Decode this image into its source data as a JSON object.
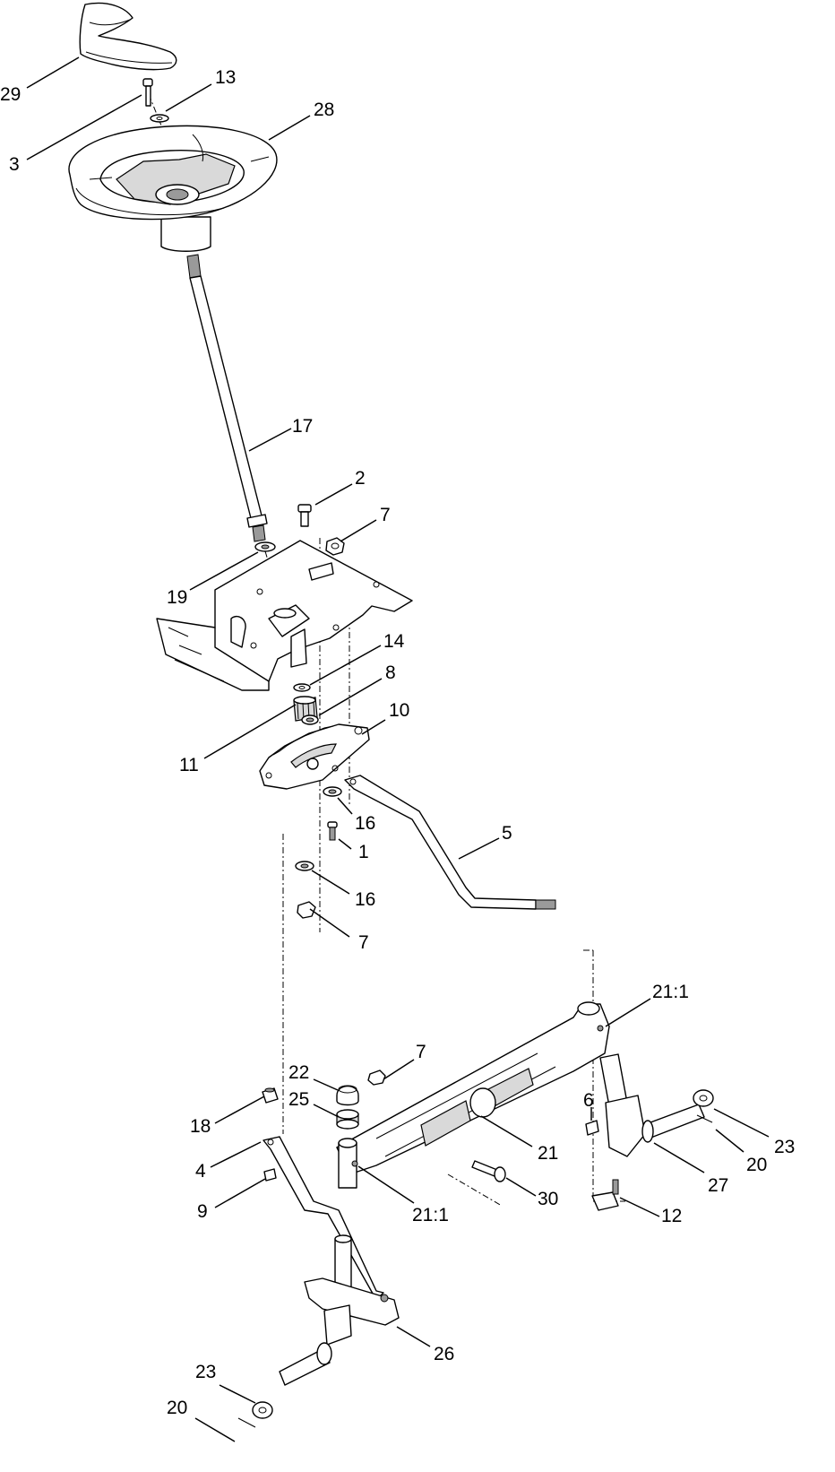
{
  "callouts": {
    "c29": "29",
    "c13": "13",
    "c28": "28",
    "c3": "3",
    "c17": "17",
    "c2": "2",
    "c7a": "7",
    "c19": "19",
    "c14": "14",
    "c8": "8",
    "c10": "10",
    "c11": "11",
    "c16a": "16",
    "c1": "1",
    "c5": "5",
    "c16b": "16",
    "c7b": "7",
    "c21a": "21:1",
    "c7c": "7",
    "c22": "22",
    "c25": "25",
    "c6": "6",
    "c18": "18",
    "c23a": "23",
    "c21b": "21",
    "c20a": "20",
    "c4": "4",
    "c27": "27",
    "c9": "9",
    "c30": "30",
    "c21c": "21:1",
    "c12": "12",
    "c26": "26",
    "c23b": "23",
    "c20b": "20"
  }
}
